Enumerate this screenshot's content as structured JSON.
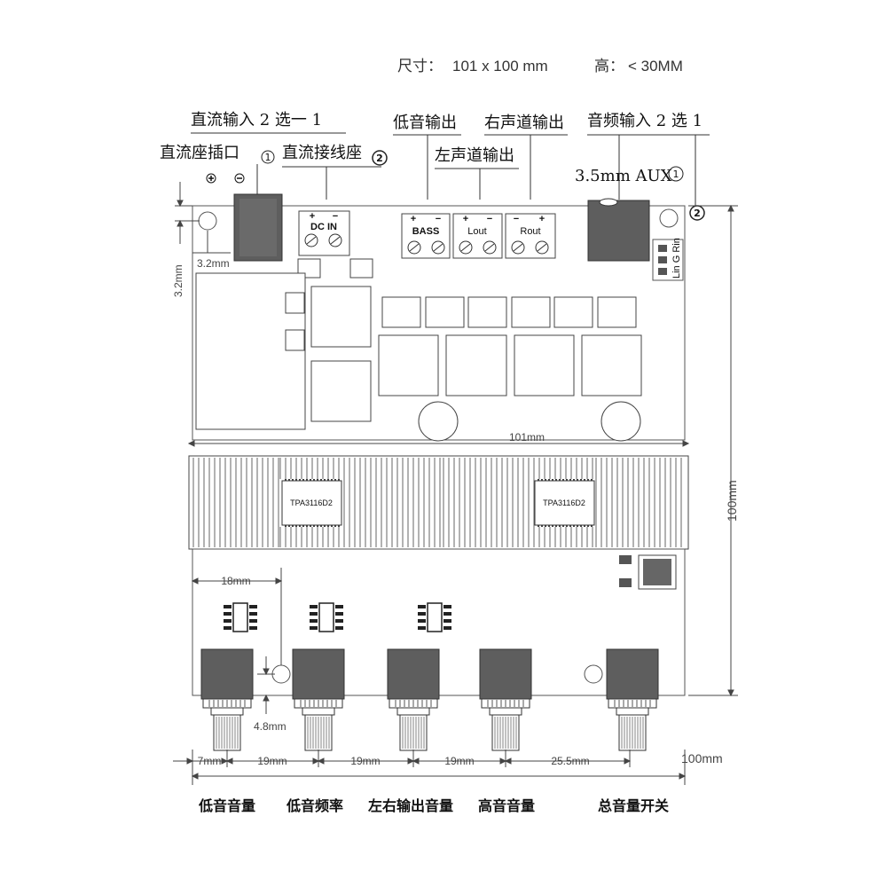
{
  "spec": {
    "size_label": "尺寸：",
    "size_value": "101 x 100 mm",
    "height_label": "高：",
    "height_value": "< 30MM"
  },
  "callouts": {
    "dc_input_select": "直流输入 2 选一 1",
    "dc_jack": "直流座插口",
    "dc_terminal": "直流接线座",
    "bass_out": "低音输出",
    "right_out": "右声道输出",
    "left_out": "左声道输出",
    "audio_input_select": "音频输入 2 选 1",
    "aux": "3.5mm AUX",
    "num1": "1",
    "num2": "2",
    "plus": "+",
    "minus": "−"
  },
  "pcb_labels": {
    "dc_in": "DC IN",
    "bass": "BASS",
    "lout": "Lout",
    "rout": "Rout",
    "lin_g_rin": "Lin G Rin",
    "chip_left": "TPA3116D2",
    "chip_right": "TPA3116D2"
  },
  "dimensions": {
    "hole_x": "3.2mm",
    "hole_y": "3.2mm",
    "width_101": "101mm",
    "height_100": "100mm",
    "offset_18": "18mm",
    "hole_4_8": "4.8mm",
    "d7": "7mm",
    "d19a": "19mm",
    "d19b": "19mm",
    "d19c": "19mm",
    "d25_5": "25.5mm",
    "total_100": "100mm"
  },
  "bottom_labels": [
    "低音音量",
    "低音频率",
    "左右输出音量",
    "高音音量",
    "总音量开关"
  ]
}
